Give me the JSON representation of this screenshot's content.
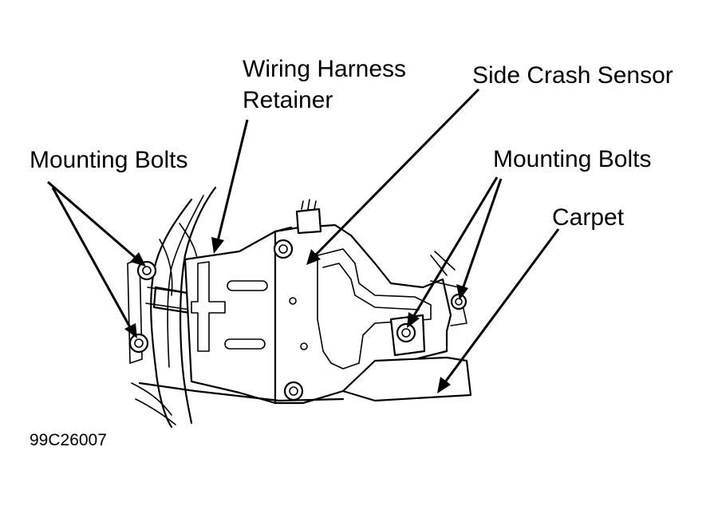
{
  "labels": {
    "wiring_harness_line1": "Wiring Harness",
    "wiring_harness_line2": "Retainer",
    "side_crash_sensor": "Side Crash Sensor",
    "mounting_bolts_left": "Mounting Bolts",
    "mounting_bolts_right": "Mounting Bolts",
    "carpet": "Carpet"
  },
  "figure_code": "99C26007"
}
